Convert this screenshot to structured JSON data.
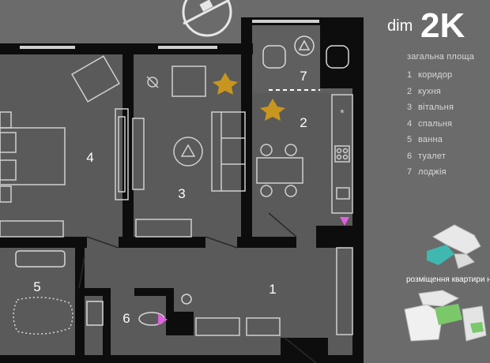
{
  "brand": {
    "prefix": "dim",
    "mark": "2K"
  },
  "legend": {
    "title": "загальна площа",
    "items": [
      {
        "num": "1",
        "label": "коридор"
      },
      {
        "num": "2",
        "label": "кухня"
      },
      {
        "num": "3",
        "label": "вітальня"
      },
      {
        "num": "4",
        "label": "спальня"
      },
      {
        "num": "5",
        "label": "ванна"
      },
      {
        "num": "6",
        "label": "туалет"
      },
      {
        "num": "7",
        "label": "лоджія"
      }
    ]
  },
  "rooms": {
    "r1": "1",
    "r2": "2",
    "r3": "3",
    "r4": "4",
    "r5": "5",
    "r6": "6",
    "r7": "7"
  },
  "caption": "розміщення квартири на",
  "colors": {
    "floor": "#5c5c5c",
    "wall": "#0c0c0c",
    "outside": "#6b6b6b",
    "accent": "#e060e0",
    "plant": "#c8961e",
    "teal": "#3fb8b0",
    "green": "#7bc86a"
  }
}
